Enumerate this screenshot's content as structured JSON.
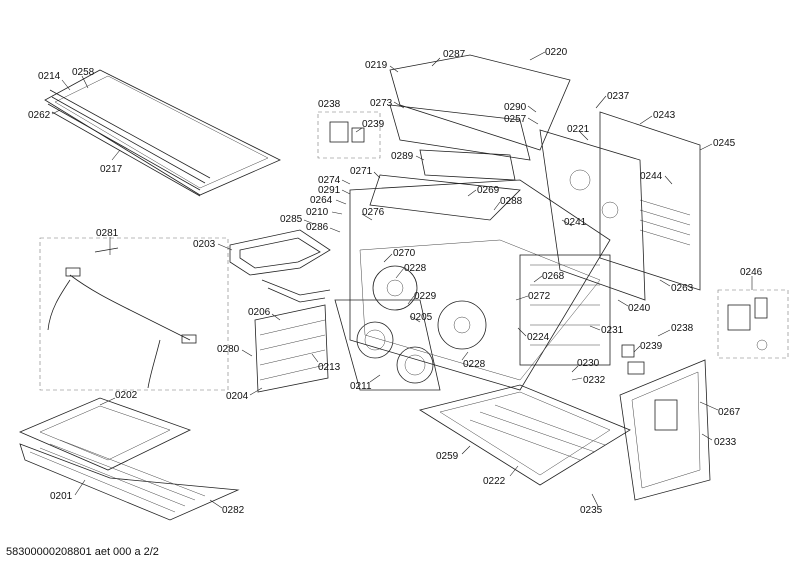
{
  "diagram": {
    "callouts": [
      {
        "id": "0214"
      },
      {
        "id": "0258"
      },
      {
        "id": "0262"
      },
      {
        "id": "0217"
      },
      {
        "id": "0281"
      },
      {
        "id": "0202"
      },
      {
        "id": "0201"
      },
      {
        "id": "0282"
      },
      {
        "id": "0203"
      },
      {
        "id": "0206"
      },
      {
        "id": "0280"
      },
      {
        "id": "0213"
      },
      {
        "id": "0204"
      },
      {
        "id": "0211"
      },
      {
        "id": "0238"
      },
      {
        "id": "0239"
      },
      {
        "id": "0219"
      },
      {
        "id": "0287"
      },
      {
        "id": "0220"
      },
      {
        "id": "0273"
      },
      {
        "id": "0290"
      },
      {
        "id": "0257"
      },
      {
        "id": "0237"
      },
      {
        "id": "0221"
      },
      {
        "id": "0243"
      },
      {
        "id": "0245"
      },
      {
        "id": "0289"
      },
      {
        "id": "0271"
      },
      {
        "id": "0274"
      },
      {
        "id": "0291"
      },
      {
        "id": "0264"
      },
      {
        "id": "0210"
      },
      {
        "id": "0285"
      },
      {
        "id": "0286"
      },
      {
        "id": "0276"
      },
      {
        "id": "0269"
      },
      {
        "id": "0288"
      },
      {
        "id": "0244"
      },
      {
        "id": "0241"
      },
      {
        "id": "0270"
      },
      {
        "id": "0228"
      },
      {
        "id": "0268"
      },
      {
        "id": "0229"
      },
      {
        "id": "0272"
      },
      {
        "id": "0205"
      },
      {
        "id": "0240"
      },
      {
        "id": "0263"
      },
      {
        "id": "0246"
      },
      {
        "id": "0224"
      },
      {
        "id": "0231"
      },
      {
        "id": "0238"
      },
      {
        "id": "0239"
      },
      {
        "id": "0228"
      },
      {
        "id": "0230"
      },
      {
        "id": "0232"
      },
      {
        "id": "0267"
      },
      {
        "id": "0233"
      },
      {
        "id": "0259"
      },
      {
        "id": "0222"
      },
      {
        "id": "0235"
      }
    ]
  },
  "footer": {
    "document_code": "58300000208801 aet 000 a 2/2"
  }
}
